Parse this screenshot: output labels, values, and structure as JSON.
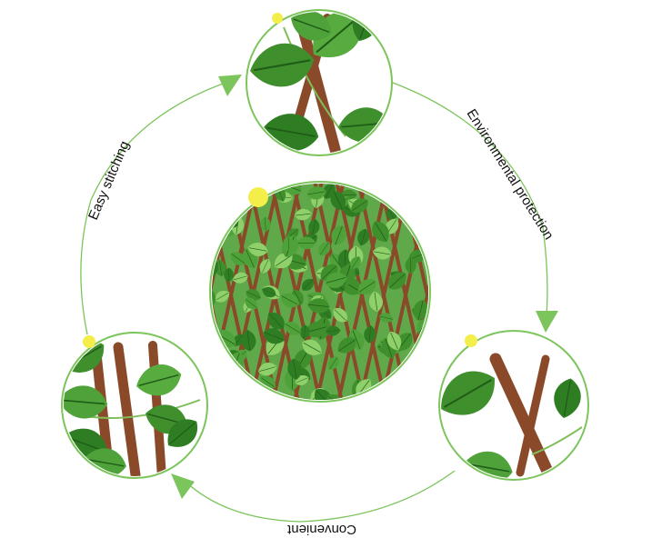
{
  "labels": {
    "easy_stitching": "Easy stitching",
    "environmental_protection": "Environmental protection",
    "convenient": "Convenient"
  },
  "colors": {
    "accent_green": "#7cc45c",
    "leaf_dark": "#2f7d23",
    "leaf_mid": "#4fa23a",
    "leaf_light": "#8fd06a",
    "wood": "#8a4a2a",
    "dot_yellow": "#f3ee4a",
    "text": "#111111"
  },
  "icons": {
    "dot": "yellow-dot-icon",
    "arrow": "green-arrowhead-icon"
  }
}
